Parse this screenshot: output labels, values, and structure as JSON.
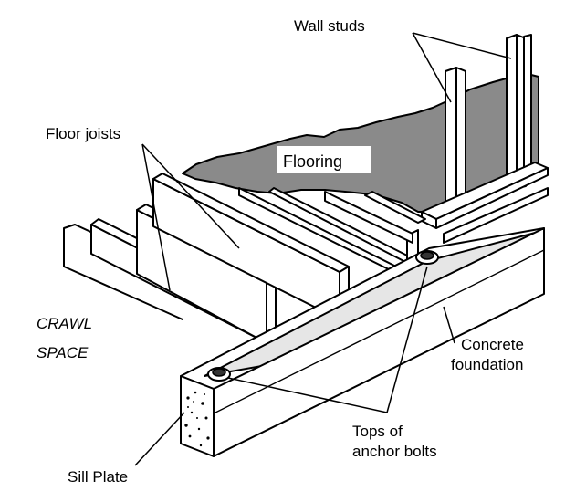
{
  "labels": {
    "wall_studs": "Wall studs",
    "floor_joists": "Floor joists",
    "flooring": "Flooring",
    "crawl_space_line1": "CRAWL",
    "crawl_space_line2": "SPACE",
    "concrete_foundation_line1": "Concrete",
    "concrete_foundation_line2": "foundation",
    "anchor_bolts_line1": "Tops of",
    "anchor_bolts_line2": "anchor bolts",
    "sill_plate": "Sill Plate"
  },
  "colors": {
    "flooring_fill": "#8a8a8a",
    "flooring_label_bg": "#ffffff",
    "line": "#000000",
    "end_grain": "#f4f4f4"
  }
}
